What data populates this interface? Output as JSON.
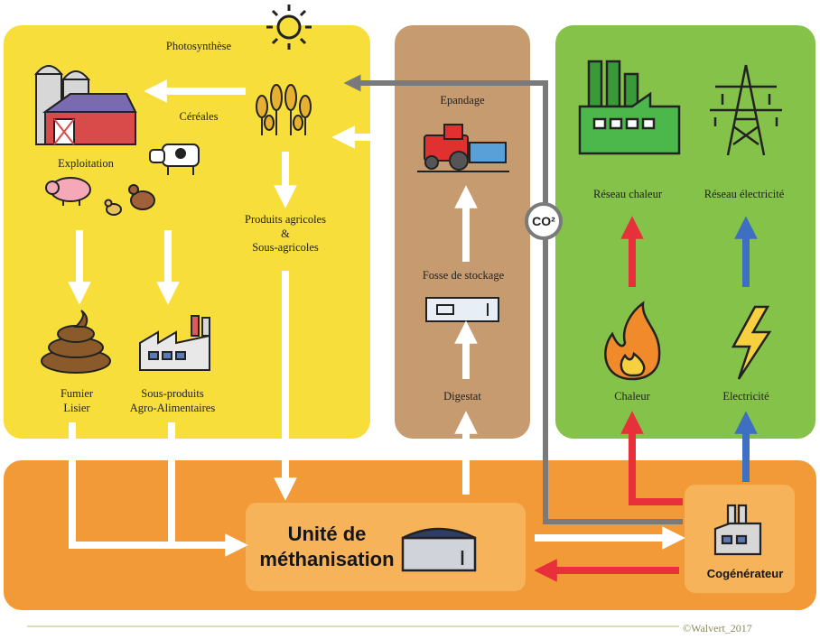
{
  "labels": {
    "photosynthese": "Photosynthèse",
    "cereales": "Céréales",
    "exploitation": "Exploitation",
    "produits_agricoles": "Produits agricoles\n&\nSous-agricoles",
    "fumier_lisier": "Fumier\nLisier",
    "sous_produits": "Sous-produits\nAgro-Alimentaires",
    "epandage": "Epandage",
    "fosse": "Fosse de stockage",
    "digestat": "Digestat",
    "reseau_chaleur": "Réseau chaleur",
    "reseau_electricite": "Réseau électricité",
    "chaleur": "Chaleur",
    "electricite": "Electricité",
    "unite": "Unité de\nméthanisation",
    "cogenerateur": "Cogénérateur",
    "co2": "CO²",
    "copyright": "©Walvert_2017"
  },
  "colors": {
    "yellow_panel": "#f7de3a",
    "brown_panel": "#c79b70",
    "green_panel": "#84c249",
    "orange_band": "#f29a38",
    "unit_box": "#f7b35a",
    "co2_line": "#7a7a7a",
    "heat_arrow": "#e8303a",
    "elec_arrow": "#3f6fc0"
  }
}
